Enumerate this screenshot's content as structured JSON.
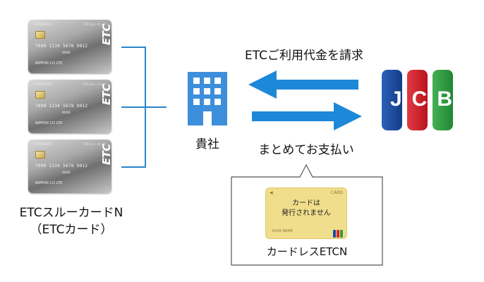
{
  "cards": {
    "corporate_label": "CORPORATE",
    "brand_label": "ETCスルーカード",
    "logo": "ETC",
    "number": "7090 1234 5678 9012",
    "expiry": "00/00",
    "holder": "NIPPON CO LTD",
    "caption_line1": "ETCスルーカードN",
    "caption_line2": "（ETCカード）"
  },
  "company": {
    "icon": "building-icon",
    "label": "貴社"
  },
  "arrows": {
    "top_label": "ETCご利用代金を請求",
    "bottom_label": "まとめてお支払い"
  },
  "jcb": {
    "logo_text": "JCB",
    "colors": [
      "#1b4a9c",
      "#d7222f",
      "#2f9a44"
    ]
  },
  "callout": {
    "card_top_label": "CARD",
    "card_text_line1": "カードは",
    "card_text_line2": "発行されません",
    "card_name": "YOUR NAME",
    "caption": "カードレスETCN"
  },
  "colors": {
    "accent_blue": "#1e88d8",
    "line_blue": "#2b86c8",
    "card_yellow": "#f1de8c"
  }
}
